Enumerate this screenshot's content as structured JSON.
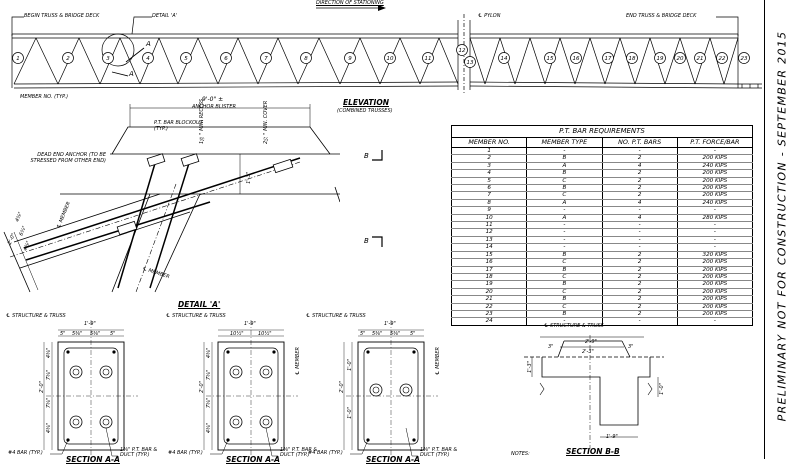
{
  "header": {
    "direction_of_stationing": "DIRECTION OF STATIONING"
  },
  "elevation": {
    "begin_label": "BEGIN TRUSS & BRIDGE DECK",
    "detail_a_callout": "DETAIL 'A'",
    "pylon_label": "℄ PYLON",
    "end_label": "END TRUSS & BRIDGE DECK",
    "member_no_label": "MEMBER NO. (TYP.)",
    "section_mark": "A",
    "title": "ELEVATION",
    "subtitle": "(COMBINED TRUSSES)",
    "member_numbers": [
      "1",
      "2",
      "3",
      "4",
      "5",
      "6",
      "7",
      "8",
      "9",
      "10",
      "11",
      "12",
      "13",
      "14",
      "15",
      "16",
      "17",
      "18",
      "19",
      "20",
      "21",
      "22",
      "23",
      "24"
    ]
  },
  "detail_a": {
    "title": "DETAIL 'A'",
    "dim_top": "9'-0\" ±",
    "anchor_blister": "ANCHOR BLISTER",
    "recess": "1⅝\" MIN. RECESS",
    "cover": "2½\" MIN. COVER",
    "pt_bar_blockout": "P.T. BAR BLOCKOUT (TYP.)",
    "dead_end_anchor": "DEAD END ANCHOR (TO BE STRESSED FROM OTHER END)",
    "member_label_1": "℄ MEMBER",
    "member_label_2": "℄ MEMBER",
    "dim_vertical": "1'-3\"",
    "dims_left": [
      "4⅜\"",
      "6¾\"",
      "4⅜\"",
      "2'-0\""
    ]
  },
  "section_b_markers": [
    "B",
    "B"
  ],
  "sections": [
    {
      "structure_label": "℄ STRUCTURE & TRUSS",
      "overall": "1'-9\"",
      "dims": [
        "5\"",
        "5⅜\"",
        "5⅜\"",
        "5\""
      ],
      "heights": [
        "2'-0\"",
        "4⅜\"",
        "7⅝\"",
        "7⅝\"",
        "4⅜\""
      ],
      "bar_label": "#4 BAR (TYP.)",
      "pt_label": "1⅜\" P.T. BAR & DUCT (TYP.)",
      "title": "SECTION A-A"
    },
    {
      "structure_label": "℄ STRUCTURE & TRUSS",
      "overall": "1'-9\"",
      "dims": [
        "10½\"",
        "10½\""
      ],
      "heights": [
        "2'-0\"",
        "4⅜\"",
        "7⅝\"",
        "7⅝\"",
        "4⅜\""
      ],
      "member_label": "℄ MEMBER",
      "bar_label": "#4 BAR (TYP.)",
      "pt_label": "1⅜\" P.T. BAR & DUCT (TYP.)",
      "title": "SECTION A-A"
    },
    {
      "structure_label": "℄ STRUCTURE & TRUSS",
      "overall": "1'-9\"",
      "dims": [
        "5\"",
        "5⅜\"",
        "5⅜\"",
        "5\""
      ],
      "heights": [
        "2'-0\"",
        "1'-0\"",
        "1'-0\""
      ],
      "member_label": "℄ MEMBER",
      "bar_label": "#4 BAR (TYP.)",
      "pt_label": "1⅜\" P.T. BAR & DUCT (TYP.)",
      "title": "SECTION A-A"
    }
  ],
  "notes_label": "NOTES:",
  "section_bb": {
    "structure_label": "℄ STRUCTURE & TRUSS",
    "dim_overall": "2'-9\"",
    "dim_left": "3\"",
    "dim_mid": "2'-3\"",
    "dim_right": "3\"",
    "dim_height": "1'-3\"",
    "dim_bottom": "1'-9\"",
    "dim_side": "1'-0\"",
    "title": "SECTION B-B"
  },
  "pt_table": {
    "caption": "P.T. BAR REQUIREMENTS",
    "headers": [
      "MEMBER NO.",
      "MEMBER TYPE",
      "NO. P.T. BARS",
      "P.T. FORCE/BAR"
    ],
    "rows": [
      [
        "1",
        "-",
        "-",
        "-"
      ],
      [
        "2",
        "B",
        "2",
        "200 KIPS"
      ],
      [
        "3",
        "A",
        "4",
        "240 KIPS"
      ],
      [
        "4",
        "B",
        "2",
        "200 KIPS"
      ],
      [
        "5",
        "C",
        "2",
        "200 KIPS"
      ],
      [
        "6",
        "B",
        "2",
        "200 KIPS"
      ],
      [
        "7",
        "C",
        "2",
        "200 KIPS"
      ],
      [
        "8",
        "A",
        "4",
        "240 KIPS"
      ],
      [
        "9",
        "-",
        "-",
        "-"
      ],
      [
        "10",
        "A",
        "4",
        "280 KIPS"
      ],
      [
        "11",
        "-",
        "-",
        "-"
      ],
      [
        "12",
        "-",
        "-",
        "-"
      ],
      [
        "13",
        "-",
        "-",
        "-"
      ],
      [
        "14",
        "-",
        "-",
        "-"
      ],
      [
        "15",
        "B",
        "2",
        "320 KIPS"
      ],
      [
        "16",
        "C",
        "2",
        "200 KIPS"
      ],
      [
        "17",
        "B",
        "2",
        "200 KIPS"
      ],
      [
        "18",
        "C",
        "2",
        "200 KIPS"
      ],
      [
        "19",
        "B",
        "2",
        "200 KIPS"
      ],
      [
        "20",
        "C",
        "2",
        "200 KIPS"
      ],
      [
        "21",
        "B",
        "2",
        "200 KIPS"
      ],
      [
        "22",
        "C",
        "2",
        "200 KIPS"
      ],
      [
        "23",
        "B",
        "2",
        "200 KIPS"
      ],
      [
        "24",
        "-",
        "-",
        "-"
      ]
    ]
  },
  "sidebar": {
    "status_text": "PRELIMINARY NOT FOR CONSTRUCTION - SEPTEMBER 2015"
  }
}
